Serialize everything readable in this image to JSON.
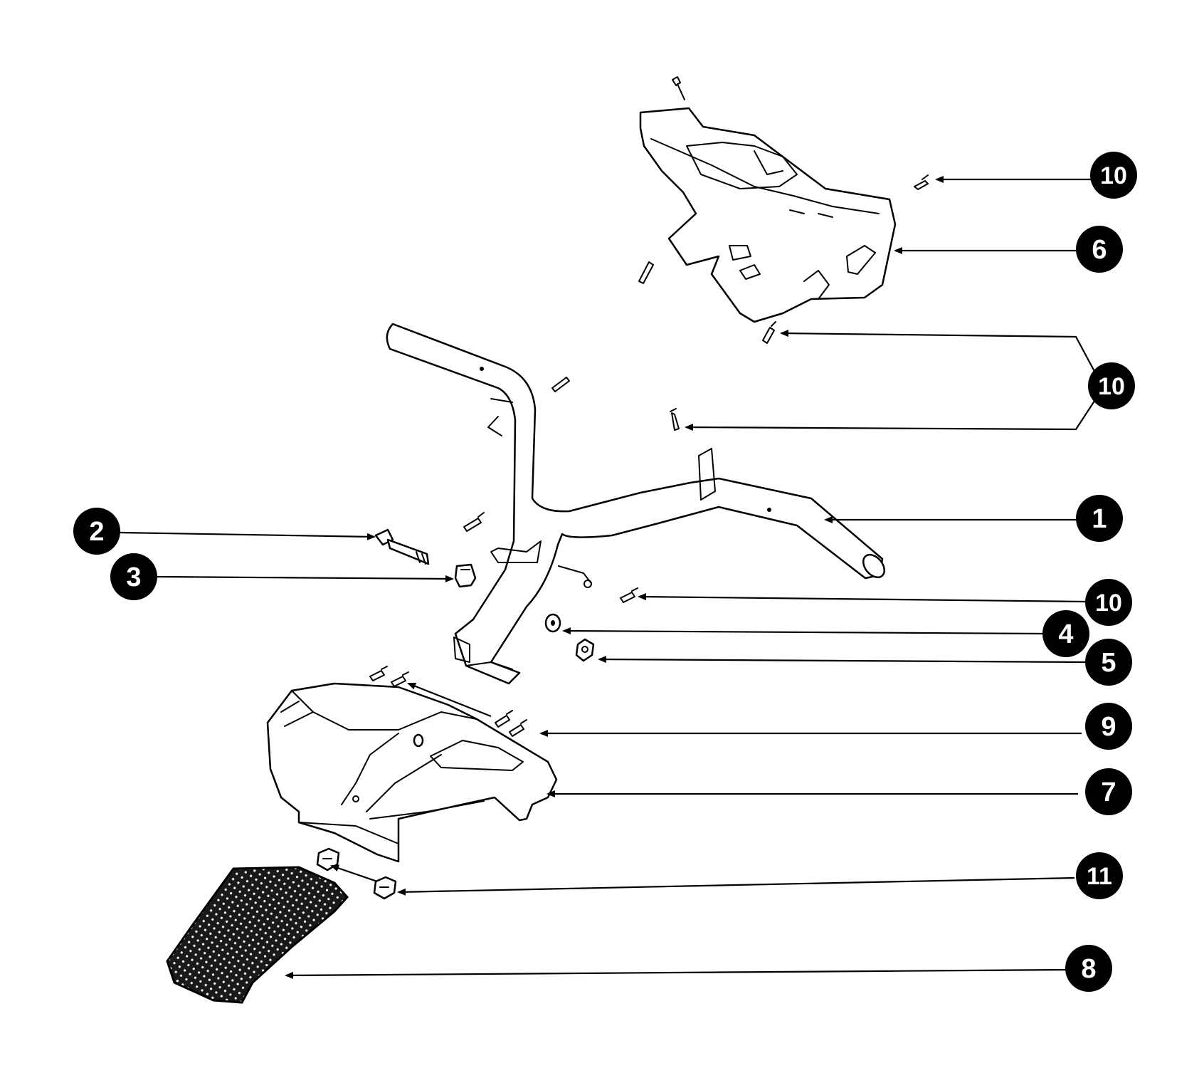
{
  "callouts": [
    {
      "id": "c10a",
      "label": "10"
    },
    {
      "id": "c6",
      "label": "6"
    },
    {
      "id": "c10b",
      "label": "10"
    },
    {
      "id": "c1",
      "label": "1"
    },
    {
      "id": "c2",
      "label": "2"
    },
    {
      "id": "c3",
      "label": "3"
    },
    {
      "id": "c10c",
      "label": "10"
    },
    {
      "id": "c4",
      "label": "4"
    },
    {
      "id": "c5",
      "label": "5"
    },
    {
      "id": "c9",
      "label": "9"
    },
    {
      "id": "c7",
      "label": "7"
    },
    {
      "id": "c11",
      "label": "11"
    },
    {
      "id": "c8",
      "label": "8"
    }
  ],
  "parts": [
    {
      "name": "handlebar",
      "callout": "1"
    },
    {
      "name": "bolt",
      "callout": "2"
    },
    {
      "name": "bushing",
      "callout": "3"
    },
    {
      "name": "washer",
      "callout": "4"
    },
    {
      "name": "nut",
      "callout": "5"
    },
    {
      "name": "rear-handlebar-cover",
      "callout": "6"
    },
    {
      "name": "front-handlebar-cover",
      "callout": "7"
    },
    {
      "name": "mesh-grille",
      "callout": "8"
    },
    {
      "name": "cover-screws",
      "callout": "9"
    },
    {
      "name": "screws",
      "callout": "10"
    },
    {
      "name": "clips",
      "callout": "11"
    }
  ]
}
